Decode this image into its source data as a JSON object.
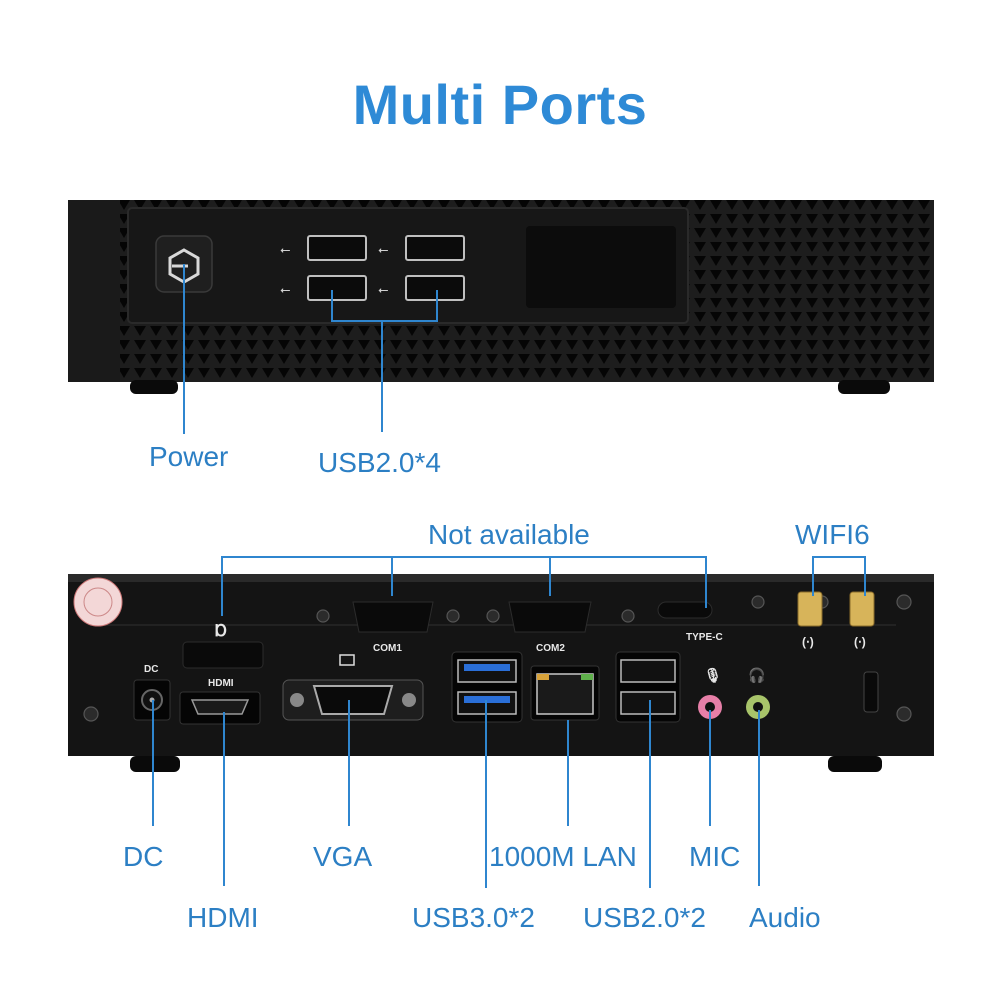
{
  "title": "Multi Ports",
  "front": {
    "labels": {
      "power": "Power",
      "usb": "USB2.0*4"
    }
  },
  "rear": {
    "labels": {
      "not_available": "Not available",
      "wifi": "WIFI6",
      "dc": "DC",
      "hdmi": "HDMI",
      "vga": "VGA",
      "usb3": "USB3.0*2",
      "lan": "1000M LAN",
      "usb2": "USB2.0*2",
      "mic": "MIC",
      "audio": "Audio"
    },
    "silkscreen": {
      "dc": "DC",
      "hdmi": "HDMI",
      "com1": "COM1",
      "com2": "COM2",
      "typec": "TYPE-C"
    }
  },
  "colors": {
    "accent": "#2e8ad6",
    "leader": "#2f86cf",
    "chassis": "#141414",
    "usb3_blue": "#2a6fd8",
    "mic_pink": "#e77fa8",
    "audio_green": "#a8c46a"
  }
}
